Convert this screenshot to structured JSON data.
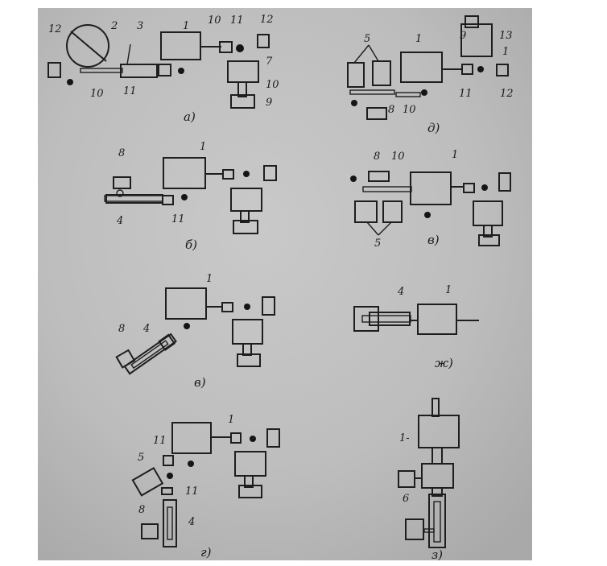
{
  "captions": {
    "a": "а)",
    "b": "б)",
    "v_top": "в)",
    "v_mid": "в)",
    "g": "г)",
    "d": "д)",
    "zh": "ж)",
    "z": "з)"
  },
  "labels": {
    "n1": "1",
    "n2": "2",
    "n3": "3",
    "n4": "4",
    "n5": "5",
    "n6": "6",
    "n7": "7",
    "n8": "8",
    "n9": "9",
    "n10": "10",
    "n11": "11",
    "n12": "12",
    "n13": "13",
    "n1dash": "1-"
  },
  "colors": {
    "background": "#bfbfbf",
    "ink": "#1e1e1e"
  }
}
